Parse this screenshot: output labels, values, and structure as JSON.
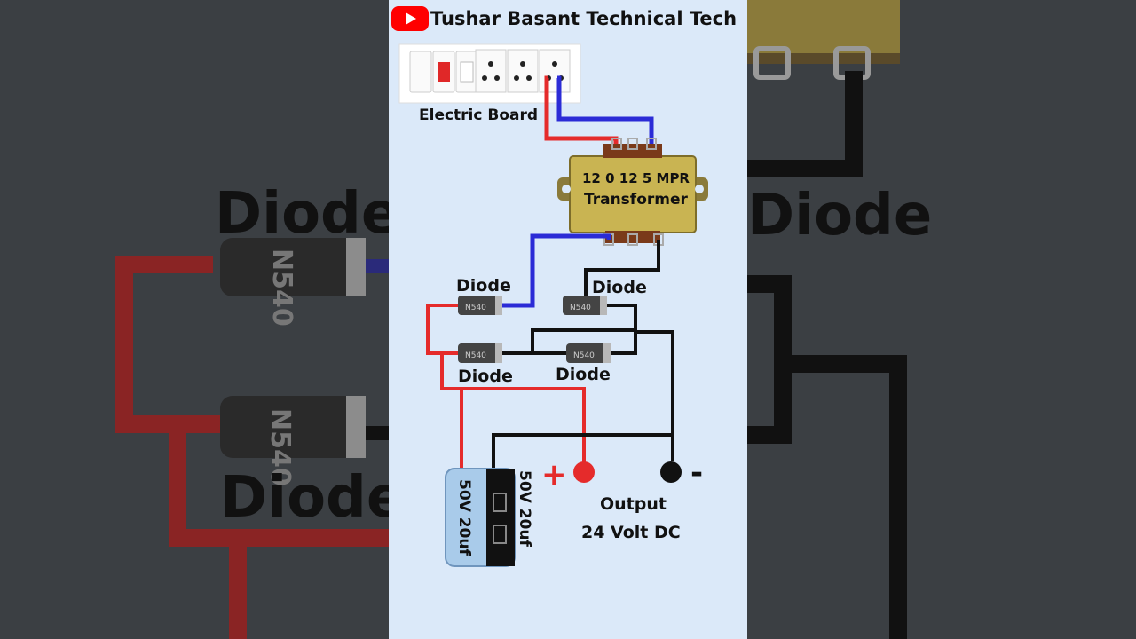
{
  "channel": {
    "name": "Tushar Basant Technical Tech",
    "logo_icon": "youtube-play-icon"
  },
  "labels": {
    "board": "Electric Board",
    "transformer_line1": "12 0 12 5 MPR",
    "transformer_line2": "Transformer",
    "diode": "Diode",
    "diode_part": "N540",
    "capacitor": "50V 20uf",
    "plus": "+",
    "minus": "-",
    "output_line1": "Output",
    "output_line2": "24 Volt DC"
  },
  "colors": {
    "positive_wire": "#e52b2b",
    "ac_wire": "#2b2bd6",
    "negative_wire": "#111111",
    "panel_bg": "#dbe9f9",
    "transformer": "#c9b452",
    "capacitor": "#a9cbea"
  }
}
